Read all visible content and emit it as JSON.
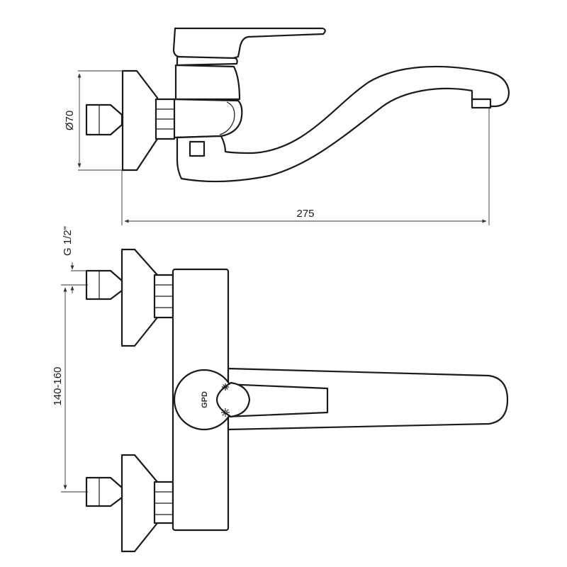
{
  "dimensions": {
    "diameter": "Ø70",
    "length": "275",
    "thread": "G 1/2\"",
    "spacing": "140-160"
  },
  "logo": {
    "text": "GPD"
  },
  "colors": {
    "line": "#1a1a1a",
    "background": "#ffffff"
  },
  "icons": {
    "cold": "snowflake-icon",
    "hot": "sun-icon"
  }
}
